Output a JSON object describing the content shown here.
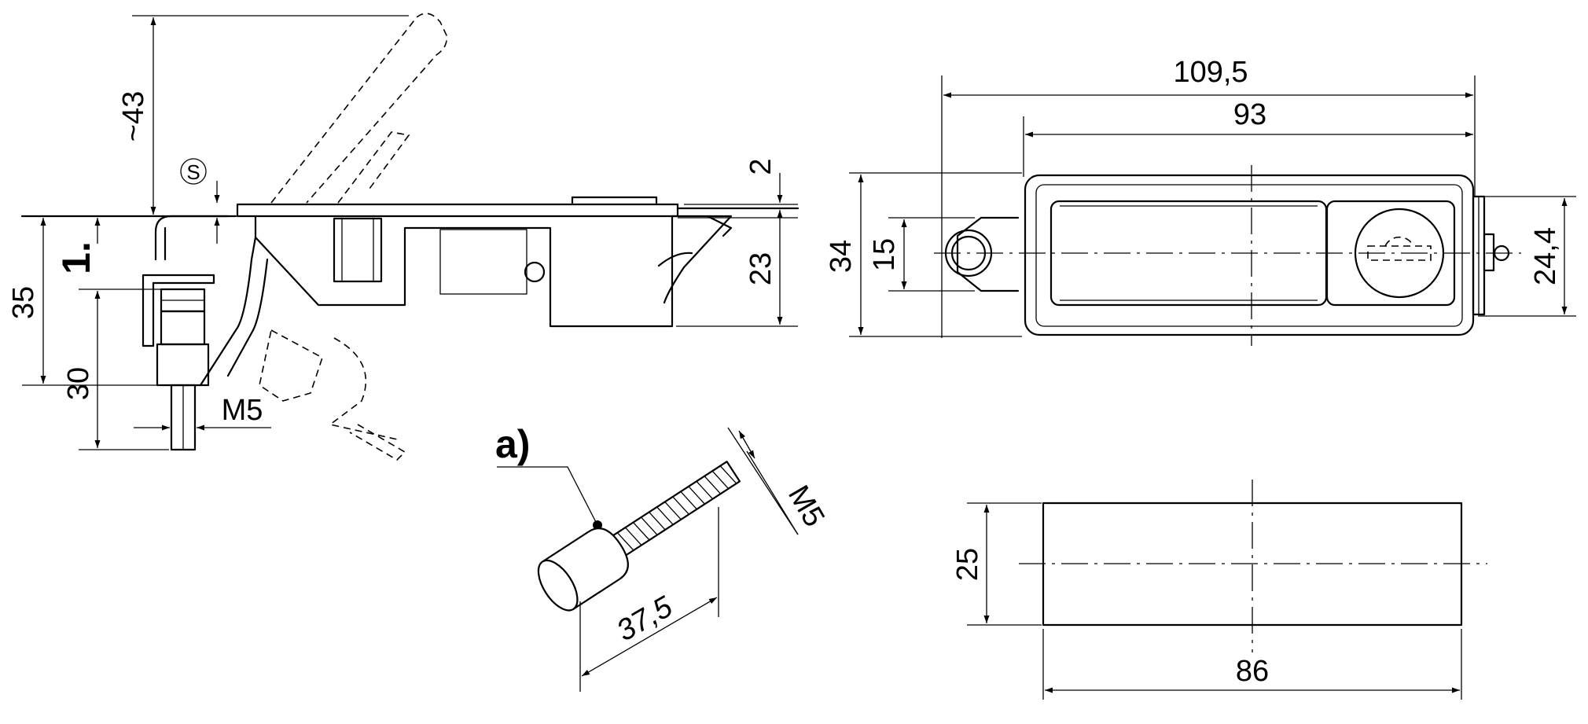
{
  "dimensions": {
    "d_109_5": "109,5",
    "d_93": "93",
    "d_34": "34",
    "d_15": "15",
    "d_24_4": "24,4",
    "d_25": "25",
    "d_86": "86",
    "d_43": "~43",
    "d_2": "2",
    "d_23": "23",
    "d_35": "35",
    "d_30": "30",
    "d_m5_side": "M5",
    "d_37_5": "37,5",
    "d_m5_screw": "M5"
  },
  "labels": {
    "step_1": "1.",
    "detail_a": "a)",
    "s_symbol": "S"
  }
}
